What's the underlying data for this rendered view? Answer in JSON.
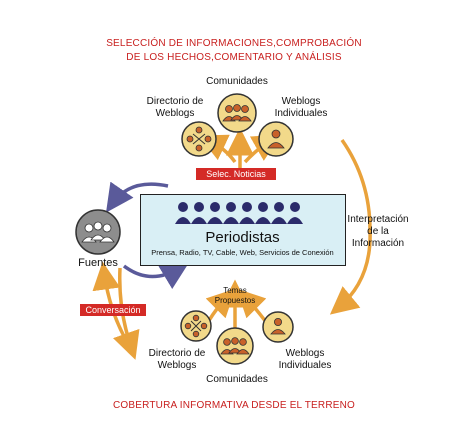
{
  "headings": {
    "top_line1": "SELECCIÓN DE INFORMACIONES,COMPROBACIÓN",
    "top_line2": "DE LOS HECHOS,COMENTARIO Y ANÁLISIS",
    "bottom": "COBERTURA INFORMATIVA DESDE EL TERRENO"
  },
  "top_nodes": {
    "comunidades": "Comunidades",
    "directorio_l1": "Directorio de",
    "directorio_l2": "Weblogs",
    "weblogs_l1": "Weblogs",
    "weblogs_l2": "Individuales"
  },
  "bottom_nodes": {
    "temas_l1": "Temas",
    "temas_l2": "Propuestos",
    "directorio_l1": "Directorio de",
    "directorio_l2": "Weblogs",
    "weblogs_l1": "Weblogs",
    "weblogs_l2": "Individuales",
    "comunidades": "Comunidades"
  },
  "central": {
    "title": "Periodistas",
    "subtitle": "Prensa, Radio, TV, Cable, Web, Servicios de Conexión"
  },
  "fuentes": "Fuentes",
  "labels": {
    "selec_noticias": "Selec. Noticias",
    "conversacion": "Conversación",
    "interp_l1": "Interpretación",
    "interp_l2": "de la",
    "interp_l3": "Información"
  },
  "colors": {
    "heading_red": "#c8201f",
    "label_red": "#d42a26",
    "orange_arrow": "#e9a23b",
    "purple_arrow": "#5a5a9a",
    "central_fill": "#d9eff5",
    "people_navy": "#2b2b6b",
    "node_yellow": "#f2d98a",
    "fuentes_gray": "#8d8d8d"
  }
}
